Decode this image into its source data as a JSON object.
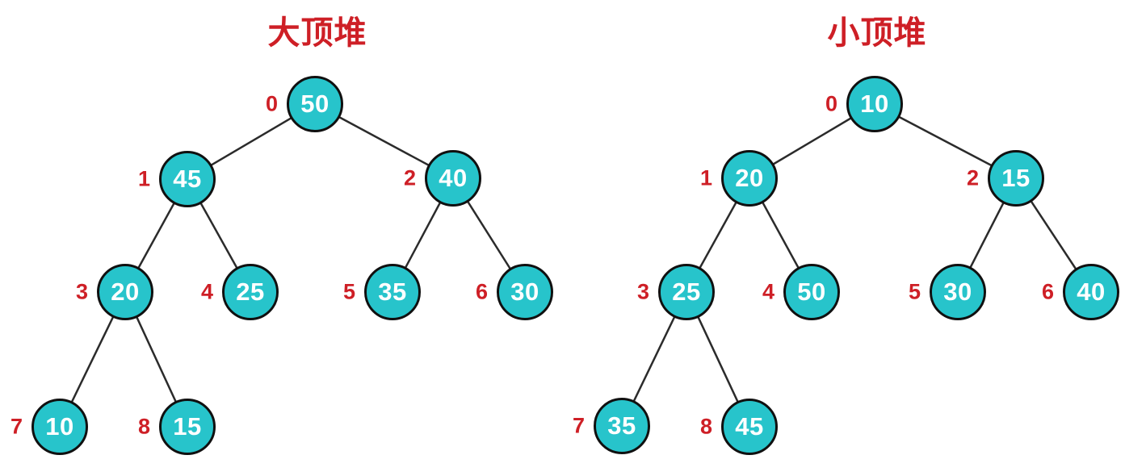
{
  "diagram": {
    "background": "#FFFFFF",
    "colors": {
      "node_fill": "#27C4CB",
      "node_border": "#101010",
      "node_text": "#FFFFFF",
      "index_text": "#CE1F26",
      "title_text": "#CE1F26",
      "edge": "#2B2B2B"
    }
  },
  "trees": [
    {
      "name": "max-heap",
      "title": "大顶堆",
      "nodes": [
        {
          "index": "0",
          "value": "50"
        },
        {
          "index": "1",
          "value": "45"
        },
        {
          "index": "2",
          "value": "40"
        },
        {
          "index": "3",
          "value": "20"
        },
        {
          "index": "4",
          "value": "25"
        },
        {
          "index": "5",
          "value": "35"
        },
        {
          "index": "6",
          "value": "30"
        },
        {
          "index": "7",
          "value": "10"
        },
        {
          "index": "8",
          "value": "15"
        }
      ],
      "edges": [
        [
          0,
          1
        ],
        [
          0,
          2
        ],
        [
          1,
          3
        ],
        [
          1,
          4
        ],
        [
          2,
          5
        ],
        [
          2,
          6
        ],
        [
          3,
          7
        ],
        [
          3,
          8
        ]
      ]
    },
    {
      "name": "min-heap",
      "title": "小顶堆",
      "nodes": [
        {
          "index": "0",
          "value": "10"
        },
        {
          "index": "1",
          "value": "20"
        },
        {
          "index": "2",
          "value": "15"
        },
        {
          "index": "3",
          "value": "25"
        },
        {
          "index": "4",
          "value": "50"
        },
        {
          "index": "5",
          "value": "30"
        },
        {
          "index": "6",
          "value": "40"
        },
        {
          "index": "7",
          "value": "35"
        },
        {
          "index": "8",
          "value": "45"
        }
      ],
      "edges": [
        [
          0,
          1
        ],
        [
          0,
          2
        ],
        [
          1,
          3
        ],
        [
          1,
          4
        ],
        [
          2,
          5
        ],
        [
          2,
          6
        ],
        [
          3,
          7
        ],
        [
          3,
          8
        ]
      ]
    }
  ]
}
